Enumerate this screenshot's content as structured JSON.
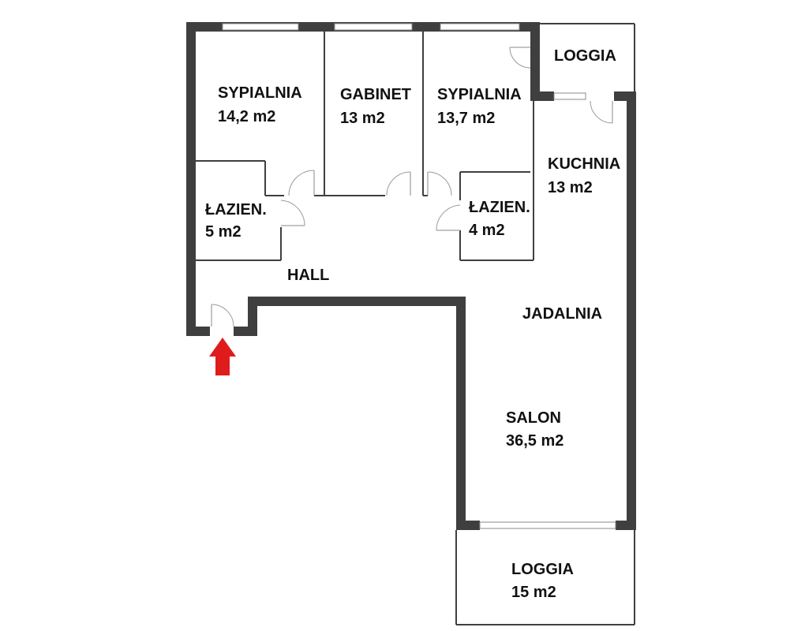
{
  "rooms": {
    "bedroom1": {
      "name": "SYPIALNIA",
      "area": "14,2 m2"
    },
    "office": {
      "name": "GABINET",
      "area": "13 m2"
    },
    "bedroom2": {
      "name": "SYPIALNIA",
      "area": "13,7 m2"
    },
    "loggia_top": {
      "name": "LOGGIA"
    },
    "kitchen": {
      "name": "KUCHNIA",
      "area": "13 m2"
    },
    "bathroom1": {
      "name": "ŁAZIEN.",
      "area": "5 m2"
    },
    "bathroom2": {
      "name": "ŁAZIEN.",
      "area": "4 m2"
    },
    "hall": {
      "name": "HALL"
    },
    "dining": {
      "name": "JADALNIA"
    },
    "living": {
      "name": "SALON",
      "area": "36,5 m2"
    },
    "loggia_bottom": {
      "name": "LOGGIA",
      "area": "15 m2"
    }
  },
  "colors": {
    "wall": "#3f3f3f",
    "entrance_arrow": "#e01b1b",
    "background": "#ffffff"
  }
}
